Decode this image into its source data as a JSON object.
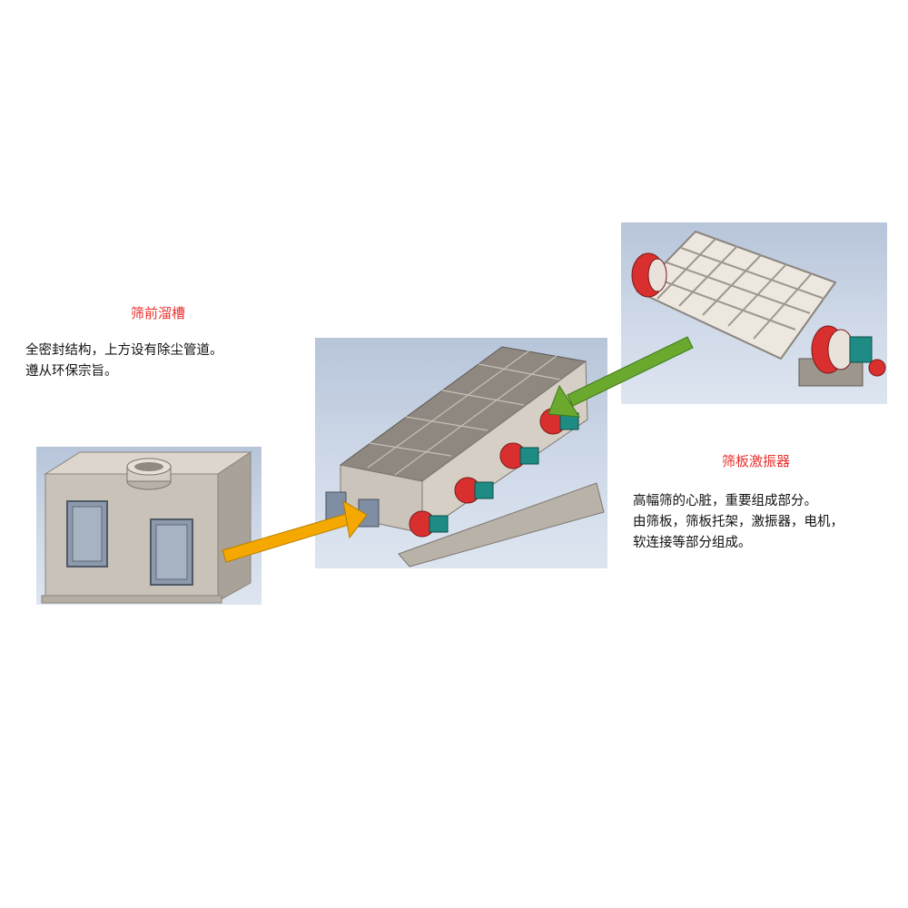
{
  "chute": {
    "title": "筛前溜槽",
    "description_lines": [
      "全密封结构，上方设有除尘管道。",
      "遵从环保宗旨。"
    ]
  },
  "screen_plate": {
    "title": "筛板激振器",
    "description_lines": [
      "高幅筛的心脏，重要组成部分。",
      "由筛板，筛板托架，激振器，电机，",
      "软连接等部分组成。"
    ]
  },
  "colors": {
    "title_red": "#e8322e",
    "arrow_orange": "#f5a800",
    "arrow_green": "#6aa82e",
    "panel_background": "#c3cfe1",
    "machine_gray": "#c9c2b8",
    "motor_red": "#d9302f",
    "motor_teal": "#1e8b84"
  }
}
